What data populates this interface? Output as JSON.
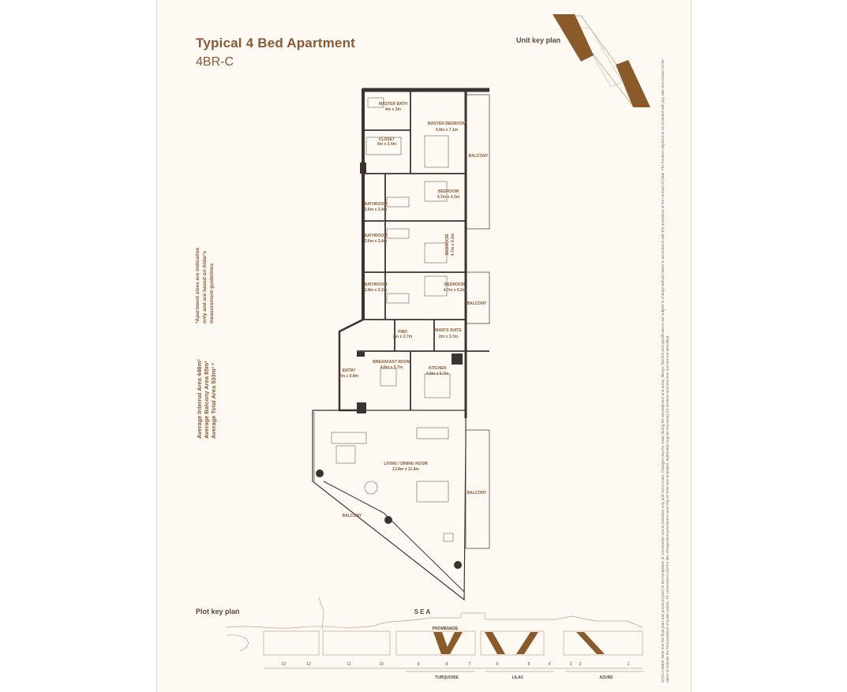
{
  "header": {
    "title": "Typical 4 Bed Apartment",
    "subtitle": "4BR-C"
  },
  "unit_key_plan_label": "Unit key plan",
  "plot_key_plan_label": "Plot key plan",
  "notes": {
    "measurement_note_1": "*Apartment sizes are indicative",
    "measurement_note_2": "only and are based on Aldar's",
    "measurement_note_3": "measurement guidelines",
    "internal_area": "Average Internal Area 448m²",
    "balcony_area": "Average Balcony Area 85m²",
    "total_area": "Average Total Area 533m² *"
  },
  "rooms": {
    "master_bath_name": "MASTER BATH",
    "master_bath_size": "4m x 3m",
    "master_bedroom_name": "MASTER BEDROOM",
    "master_bedroom_size": "4.9m x 7.1m",
    "closet_name": "CLOSET",
    "closet_size": "4m x 3.4m",
    "balcony_1": "BALCONY",
    "bedroom_1_name": "BEDROOM",
    "bedroom_1_size": "4.7m x 4.3m",
    "bathroom_1_name": "BATHROOM",
    "bathroom_1_size": "2.6m x 2.4m",
    "bathroom_2_name": "BATHROOM",
    "bathroom_2_size": "2.6m x 2.4m",
    "bedroom_2_name": "BEDROOM",
    "bedroom_2_size": "4.7m x 4.2m",
    "bathroom_3_name": "BATHROOM",
    "bathroom_3_size": "2.8m x 2.2m",
    "bedroom_3_name": "BEDROOM",
    "bedroom_3_size": "4.7m x 4.2m",
    "balcony_2": "BALCONY",
    "pwd_name": "PWD",
    "pwd_size": "2m x 2.7m",
    "maids_name": "MAID'S SUITE",
    "maids_size": "2m x 3.7m",
    "breakfast_name": "BREAKFAST ROOM",
    "breakfast_size": "4.8m x 5.7m",
    "kitchen_name": "KITCHEN",
    "kitchen_size": "4.8m x 5.7m",
    "entry_name": "ENTRY",
    "entry_size": "2m x 6.8m",
    "living_name": "LIVING / DINING ROOM",
    "living_size": "13.8m x 11.8m",
    "balcony_3": "BALCONY",
    "balcony_4": "BALCONY"
  },
  "plot": {
    "sea": "SEA",
    "promenade": "PROMENADE",
    "numbers": [
      "13",
      "12",
      "11",
      "10",
      "9",
      "8",
      "7",
      "6",
      "5",
      "4",
      "3",
      "2",
      "1"
    ],
    "turquoise": "TURQUOISE",
    "lilac": "LILAC",
    "azure": "AZURE"
  },
  "disclaimer": "DISCLAIMER: Note that this floor plan was produced prior to the completion of construction and is indicative only and not to scale. Changes may be made during the development and areas, fittings, finishes and specifications are subject to change without notice in accordance with the provisions of the contract of Aldar. The furniture depicted is not included with any sale and should not be taken to indicate the final positions of power points, TV connections and the like. Prospective purchasers must rely on their own enquiries. Bulkheads may be necessary for services and structure and are not described.",
  "colors": {
    "accent": "#8a5a36",
    "key_fill": "#8b5a2b",
    "wall": "#3a3330",
    "background": "#fefaf3"
  }
}
